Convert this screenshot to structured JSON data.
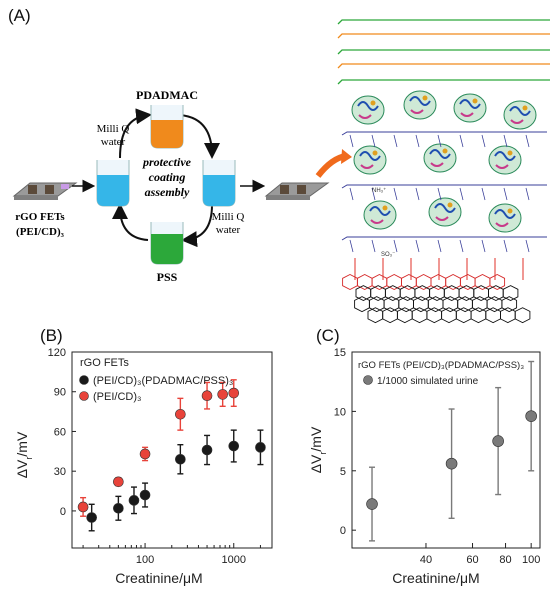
{
  "panels": {
    "a": "(A)",
    "b": "(B)",
    "c": "(C)"
  },
  "schematic": {
    "top_beaker": "PDADMAC",
    "bottom_beaker": "PSS",
    "center_text": [
      "protective",
      "coating",
      "assembly"
    ],
    "left_rinse": [
      "Milli Q",
      "water"
    ],
    "right_rinse": [
      "Milli Q",
      "water"
    ],
    "device_label": [
      "rGO FETs",
      "(PEI/CD)₃"
    ],
    "so3_label": "SO₃⁻",
    "nh_label": "NH₃⁺"
  },
  "colors": {
    "orange": "#f08a1c",
    "blue": "#35b6e8",
    "green": "#2ca83a",
    "red": "#e8433a",
    "black": "#1a1a1a",
    "gray": "#7a7a7a"
  },
  "chart_data": [
    {
      "type": "scatter",
      "panel": "B",
      "title": "rGO FETs",
      "xlabel": "Creatinine/μM",
      "ylabel": "ΔV",
      "ylabel_sub": "r",
      "ylabel_unit": "/mV",
      "xscale": "log",
      "xlim": [
        15,
        2700
      ],
      "ylim": [
        -28,
        120
      ],
      "xticks": [
        100,
        1000
      ],
      "xtick_labels": [
        "100",
        "1000"
      ],
      "yticks": [
        0,
        30,
        60,
        90,
        120
      ],
      "legend": "top-left",
      "series": [
        {
          "name": "(PEI/CD)₃(PDADMAC/PSS)₃",
          "color": "#1a1a1a",
          "x": [
            25,
            50,
            75,
            100,
            250,
            500,
            1000,
            2000
          ],
          "y": [
            -5,
            2,
            8,
            12,
            39,
            46,
            49,
            48
          ],
          "err": [
            10,
            9,
            10,
            9,
            11,
            11,
            12,
            13
          ]
        },
        {
          "name": "(PEI/CD)₃",
          "color": "#e8433a",
          "x": [
            20,
            50,
            100,
            250,
            500,
            750,
            1000
          ],
          "y": [
            3,
            22,
            43,
            73,
            87,
            88,
            89
          ],
          "err": [
            7,
            3,
            5,
            12,
            10,
            9,
            10
          ]
        }
      ]
    },
    {
      "type": "scatter",
      "panel": "C",
      "title": "rGO FETs (PEI/CD)₃(PDADMAC/PSS)₃",
      "xlabel": "Creatinine/μM",
      "ylabel": "ΔV",
      "ylabel_sub": "r",
      "ylabel_unit": "/mV",
      "xscale": "log",
      "xlim": [
        21,
        108
      ],
      "ylim": [
        -1.5,
        15
      ],
      "xticks": [
        40,
        60,
        80,
        100
      ],
      "yticks": [
        0,
        5,
        10,
        15
      ],
      "legend": "top-left",
      "series": [
        {
          "name": "1/1000 simulated urine",
          "color": "#7a7a7a",
          "x": [
            25,
            50,
            75,
            100
          ],
          "y": [
            2.2,
            5.6,
            7.5,
            9.6
          ],
          "err": [
            3.1,
            4.6,
            4.5,
            4.6
          ]
        }
      ]
    }
  ]
}
